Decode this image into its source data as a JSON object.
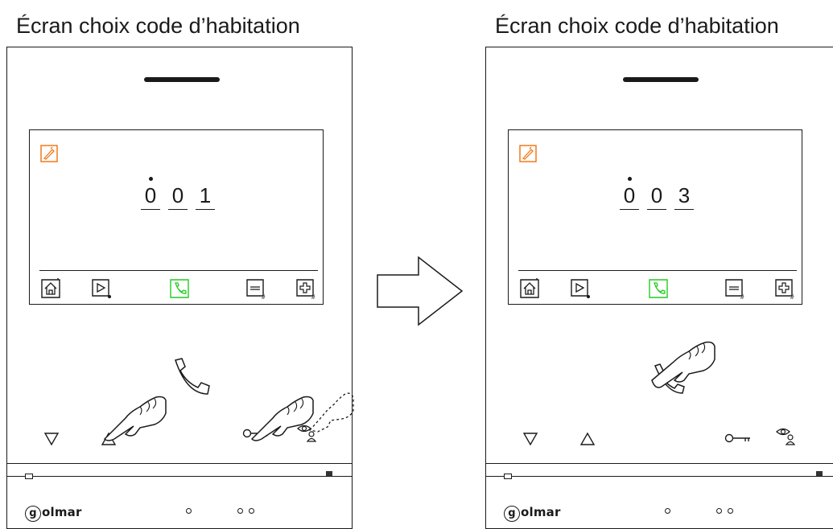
{
  "panels": [
    {
      "title": "Écran choix code d’habitation",
      "code_digits": [
        "0",
        "0",
        "1"
      ],
      "brand": "olmar",
      "brand_initial": "g"
    },
    {
      "title": "Écran choix code d’habitation",
      "code_digits": [
        "0",
        "0",
        "3"
      ],
      "brand": "olmar",
      "brand_initial": "g"
    }
  ],
  "screen_icons": [
    "home-icon",
    "playback-icon",
    "call-icon",
    "minus-icon",
    "plus-icon"
  ],
  "minus_plus_subscript": "#",
  "colors": {
    "edit_icon": "#f07a1a",
    "call_icon": "#22cc22",
    "line": "#1a1a1a"
  },
  "transition_arrow": "right-arrow"
}
